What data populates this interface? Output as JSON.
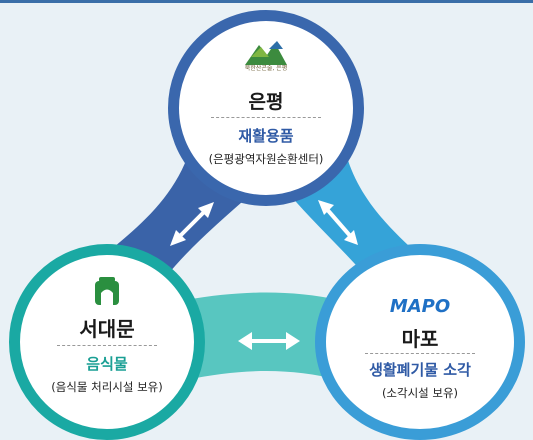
{
  "nodes": {
    "eunpyeong": {
      "name": "은평",
      "category": "재활용품",
      "facility": "(은평광역자원순환센터)",
      "logo_text": "북한산곤술, 은평"
    },
    "seodaemun": {
      "name": "서대문",
      "category": "음식물",
      "facility": "(음식물 처리시설 보유)"
    },
    "mapo": {
      "name": "마포",
      "category": "생활폐기물 소각",
      "facility": "(소각시설 보유)",
      "logo_text": "MAPO"
    }
  },
  "links": [
    {
      "from": "eunpyeong",
      "to": "seodaemun",
      "direction": "both"
    },
    {
      "from": "eunpyeong",
      "to": "mapo",
      "direction": "both"
    },
    {
      "from": "seodaemun",
      "to": "mapo",
      "direction": "both"
    }
  ],
  "colors": {
    "eunpyeong": "#3a67ad",
    "seodaemun": "#1aa9a3",
    "mapo": "#3a9dd7",
    "band_left": "#3a63a8",
    "band_right": "#35a3d8",
    "band_bottom": "#58c6c0"
  }
}
